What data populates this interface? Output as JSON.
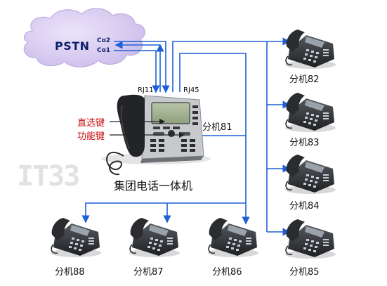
{
  "network": {
    "cloud_label": "PSTN",
    "co_lines": [
      "Co2",
      "Co1"
    ]
  },
  "main_unit": {
    "ports": [
      "RJ11",
      "RJ45"
    ],
    "extension": "分机81",
    "keys": [
      "直选键",
      "功能键"
    ],
    "title": "集团电话一体机"
  },
  "extensions_right": [
    "分机82",
    "分机83",
    "分机84",
    "分机85"
  ],
  "extensions_bottom": [
    "分机88",
    "分机87",
    "分机86"
  ],
  "watermark": "IT33",
  "colors": {
    "line": "#1f5fd6",
    "pointer": "#c81010",
    "cloud": "#d4c6ef",
    "pstn_text": "#0c1f6b",
    "phone_body": "#2d2f33"
  }
}
